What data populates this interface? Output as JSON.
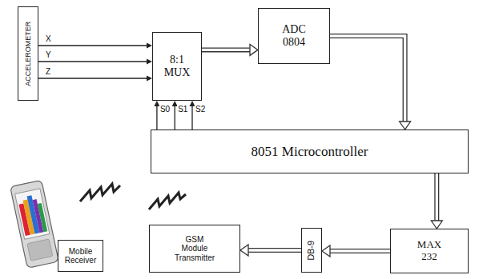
{
  "diagram": {
    "nodes": [
      {
        "text": [
          "ACCELEROMETER"
        ]
      },
      {
        "text": [
          "8:1 MUX"
        ]
      },
      {
        "text": [
          "ADC 0804"
        ]
      },
      {
        "text": [
          "8051 Microcontroller"
        ]
      },
      {
        "text": [
          "Mobile Receiver"
        ]
      },
      {
        "text": [
          "GSM Module Transmitter"
        ]
      },
      {
        "text": [
          "DB-9"
        ]
      },
      {
        "text": [
          "MAX 232"
        ]
      }
    ],
    "edges": [
      {
        "from": 0,
        "to": 1,
        "arrow": "to",
        "label": "X"
      },
      {
        "from": 0,
        "to": 1,
        "arrow": "to",
        "label": "Y"
      },
      {
        "from": 0,
        "to": 1,
        "arrow": "to",
        "label": "Z"
      },
      {
        "from": 1,
        "to": 2,
        "arrow": "to"
      },
      {
        "from": 2,
        "to": 3,
        "arrow": "to"
      },
      {
        "from": 3,
        "to": 1,
        "arrow": "to",
        "label": "S0"
      },
      {
        "from": 3,
        "to": 1,
        "arrow": "to",
        "label": "S1"
      },
      {
        "from": 3,
        "to": 1,
        "arrow": "to",
        "label": "S2"
      },
      {
        "from": 3,
        "to": 7,
        "arrow": "to"
      },
      {
        "from": 7,
        "to": 6,
        "arrow": "to"
      },
      {
        "from": 6,
        "to": 5,
        "arrow": "to"
      }
    ]
  }
}
